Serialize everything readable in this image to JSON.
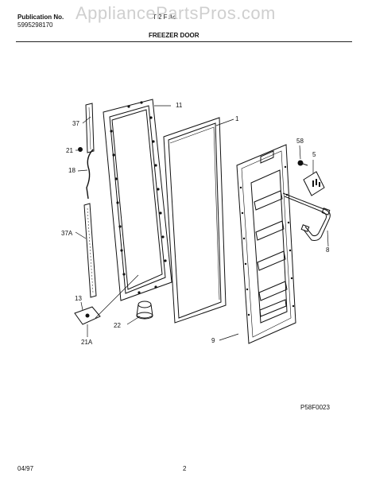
{
  "header": {
    "publication_label": "Publication No.",
    "publication_number": "5995298170",
    "model_fragment": "T  2  F  Ac",
    "section_title": "FREEZER DOOR",
    "watermark": "AppliancePartsPros.com"
  },
  "callouts": {
    "c11": "11",
    "c1": "1",
    "c37": "37",
    "c21": "21",
    "c18": "18",
    "c58": "58",
    "c5": "5",
    "c37a": "37A",
    "c8": "8",
    "c13": "13",
    "c22": "22",
    "c21a": "21A",
    "c9": "9"
  },
  "diagram_code": "P58F0023",
  "footer": {
    "date": "04/97",
    "page": "2"
  }
}
